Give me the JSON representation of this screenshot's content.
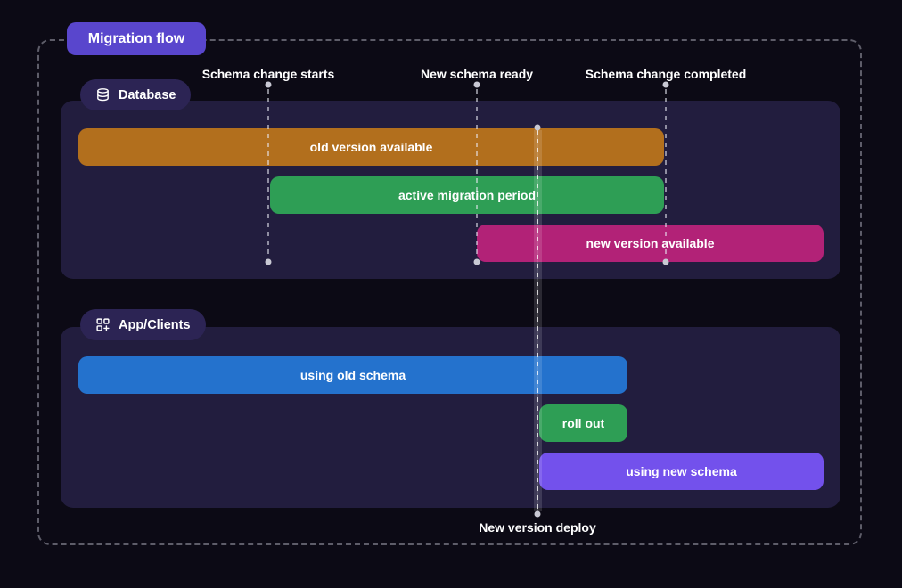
{
  "title": "Migration flow",
  "colors": {
    "background": "#0c0a15",
    "panel_bg": "#221d3e",
    "title_badge_bg": "#5946cd",
    "section_badge_bg": "#2c2454",
    "bar_old_version": "#b26f1d",
    "bar_active_migration": "#2e9e55",
    "bar_new_version": "#b22277",
    "bar_using_old": "#2472cd",
    "bar_roll_out": "#2e9e55",
    "bar_using_new": "#7351ec"
  },
  "icons": {
    "database_badge": "database-icon",
    "app_badge": "apps-grid-plus-icon"
  },
  "markers": {
    "schema_change_starts": "Schema change starts",
    "new_schema_ready": "New schema ready",
    "schema_change_completed": "Schema change completed",
    "new_version_deploy": "New version deploy"
  },
  "sections": {
    "database": {
      "label": "Database",
      "bars": {
        "old_version": "old version available",
        "active_migration": "active migration period",
        "new_version": "new version available"
      }
    },
    "app_clients": {
      "label": "App/Clients",
      "bars": {
        "using_old": "using old schema",
        "roll_out": "roll out",
        "using_new": "using new schema"
      }
    }
  }
}
